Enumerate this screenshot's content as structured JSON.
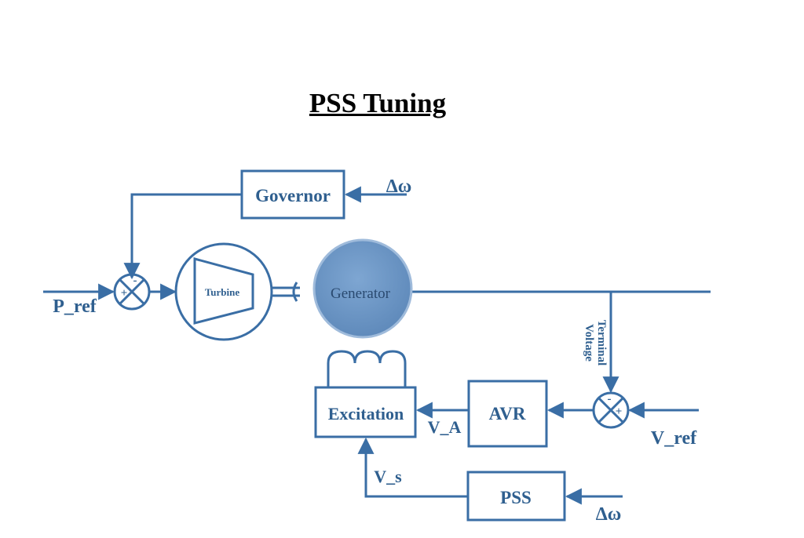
{
  "title": "PSS Tuning",
  "colors": {
    "line": "#3a6ea5",
    "text": "#2f5f8f",
    "generator_fill": "#6a95c4",
    "generator_text": "#2a4a70",
    "title": "#000000"
  },
  "blocks": {
    "governor": "Governor",
    "turbine": "Turbine",
    "generator": "Generator",
    "excitation": "Excitation",
    "avr": "AVR",
    "pss": "PSS"
  },
  "signals": {
    "p_ref": "P_ref",
    "delta_omega_governor": "Δω",
    "delta_omega_pss": "Δω",
    "terminal_voltage_line1": "Terminal",
    "terminal_voltage_line2": "Voltage",
    "v_ref": "V_ref",
    "v_a": "V_A",
    "v_s": "V_s"
  },
  "summing_junctions": {
    "turbine_sum": {
      "plus": "+",
      "minus": "-"
    },
    "avr_sum": {
      "plus": "+",
      "minus": "-"
    }
  }
}
